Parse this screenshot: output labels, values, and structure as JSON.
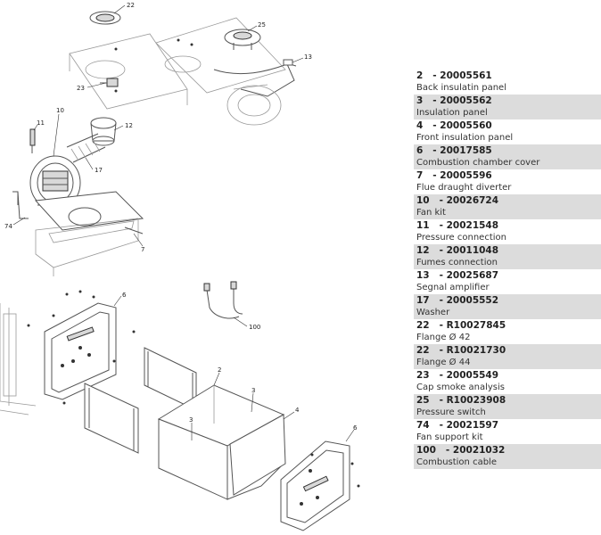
{
  "callouts": [
    "22",
    "25",
    "13",
    "10",
    "11",
    "12",
    "23",
    "17",
    "74",
    "7",
    "6",
    "100",
    "2",
    "3",
    "3",
    "4",
    "6"
  ],
  "parts": [
    {
      "code": "2   - 20005561",
      "desc": "Back insulatin panel"
    },
    {
      "code": "3   - 20005562",
      "desc": "Insulation panel"
    },
    {
      "code": "4   - 20005560",
      "desc": "Front insulation panel"
    },
    {
      "code": "6   - 20017585",
      "desc": "Combustion chamber cover"
    },
    {
      "code": "7   - 20005596",
      "desc": "Flue draught diverter"
    },
    {
      "code": "10   - 20026724",
      "desc": "Fan kit"
    },
    {
      "code": "11   - 20021548",
      "desc": "Pressure connection"
    },
    {
      "code": "12   - 20011048",
      "desc": "Fumes connection"
    },
    {
      "code": "13   - 20025687",
      "desc": "Segnal amplifier"
    },
    {
      "code": "17   - 20005552",
      "desc": "Washer"
    },
    {
      "code": "22   - R10027845",
      "desc": "Flange Ø 42"
    },
    {
      "code": "22   - R10021730",
      "desc": "Flange Ø 44"
    },
    {
      "code": "23   - 20005549",
      "desc": "Cap smoke analysis"
    },
    {
      "code": "25   - R10023908",
      "desc": "Pressure switch"
    },
    {
      "code": "74   - 20021597",
      "desc": "Fan support kit"
    },
    {
      "code": "100   - 20021032",
      "desc": "Combustion cable"
    }
  ]
}
